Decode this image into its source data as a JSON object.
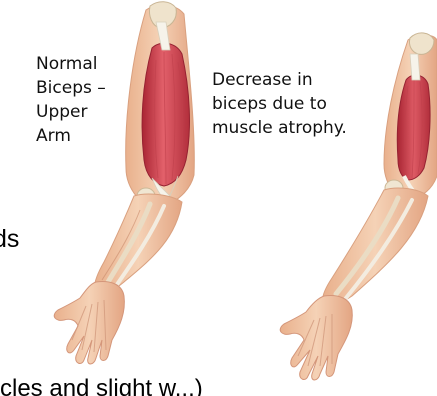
{
  "left_label": {
    "lines": [
      "Normal",
      "Biceps –",
      "Upper",
      "Arm"
    ]
  },
  "right_label": {
    "lines": [
      "Decrease in",
      "biceps due to",
      "muscle atrophy."
    ]
  },
  "background_text": {
    "fragment_left": "ds",
    "fragment_bottom": "cles and slight w...)"
  },
  "colors": {
    "skin": "#f2c7a6",
    "muscle": "#d8424f",
    "muscle_dark": "#b02a38",
    "tendon": "#f4f1e8",
    "bone": "#eadcc4"
  }
}
